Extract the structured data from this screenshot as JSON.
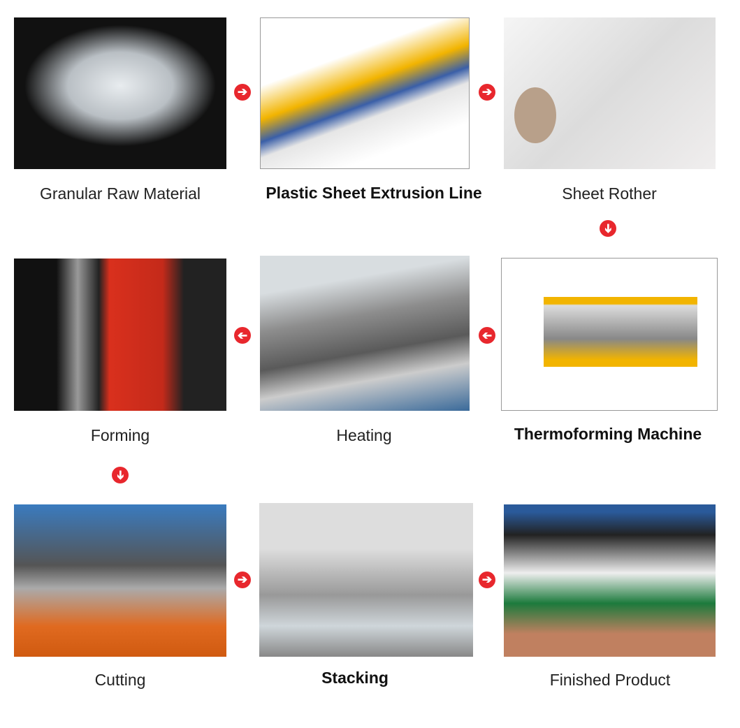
{
  "steps": [
    {
      "label": "Granular Raw Material"
    },
    {
      "label": "Plastic Sheet Extrusion Line"
    },
    {
      "label": "Sheet Rother"
    },
    {
      "label": "Thermoforming Machine"
    },
    {
      "label": "Heating"
    },
    {
      "label": "Forming"
    },
    {
      "label": "Cutting"
    },
    {
      "label": "Stacking"
    },
    {
      "label": "Finished Product"
    }
  ],
  "arrow_color": "#e8272d",
  "icons": {
    "right": "arrow-right-circle-icon",
    "left": "arrow-left-circle-icon",
    "down": "arrow-down-circle-icon"
  }
}
